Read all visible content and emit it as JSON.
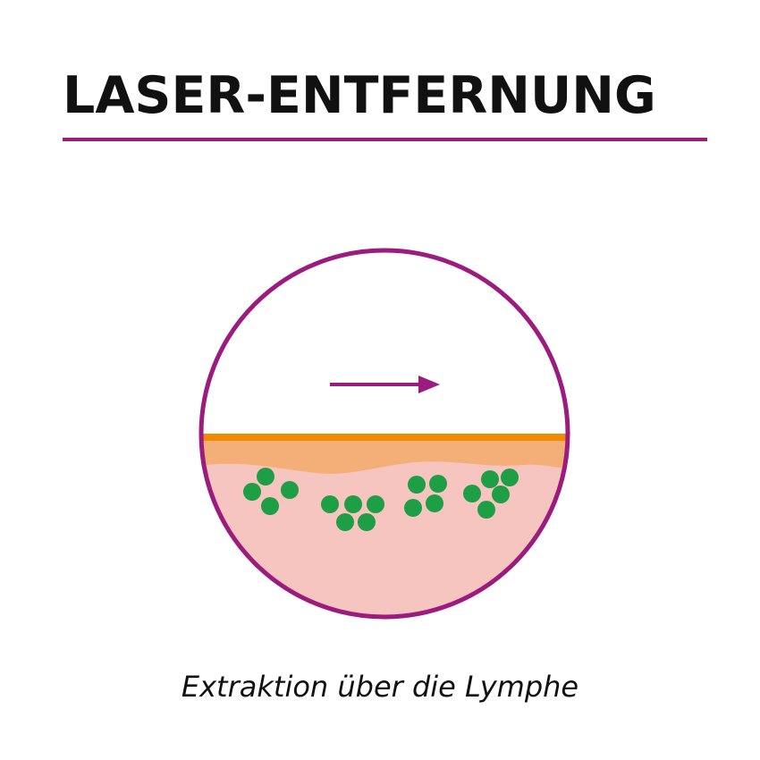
{
  "title": "LASER-ENTFERNUNG",
  "caption": "Extraktion über die Lymphe",
  "colors": {
    "accent": "#9b1b7f",
    "text": "#111111",
    "skin_surface": "#f08a00",
    "epidermis": "#f4ae77",
    "dermis": "#f7c5bf",
    "pigment": "#1e9e45",
    "background": "#ffffff"
  },
  "illustration": {
    "frame": "circle",
    "arrow_direction": "right",
    "pigment_cluster_count": 4
  }
}
